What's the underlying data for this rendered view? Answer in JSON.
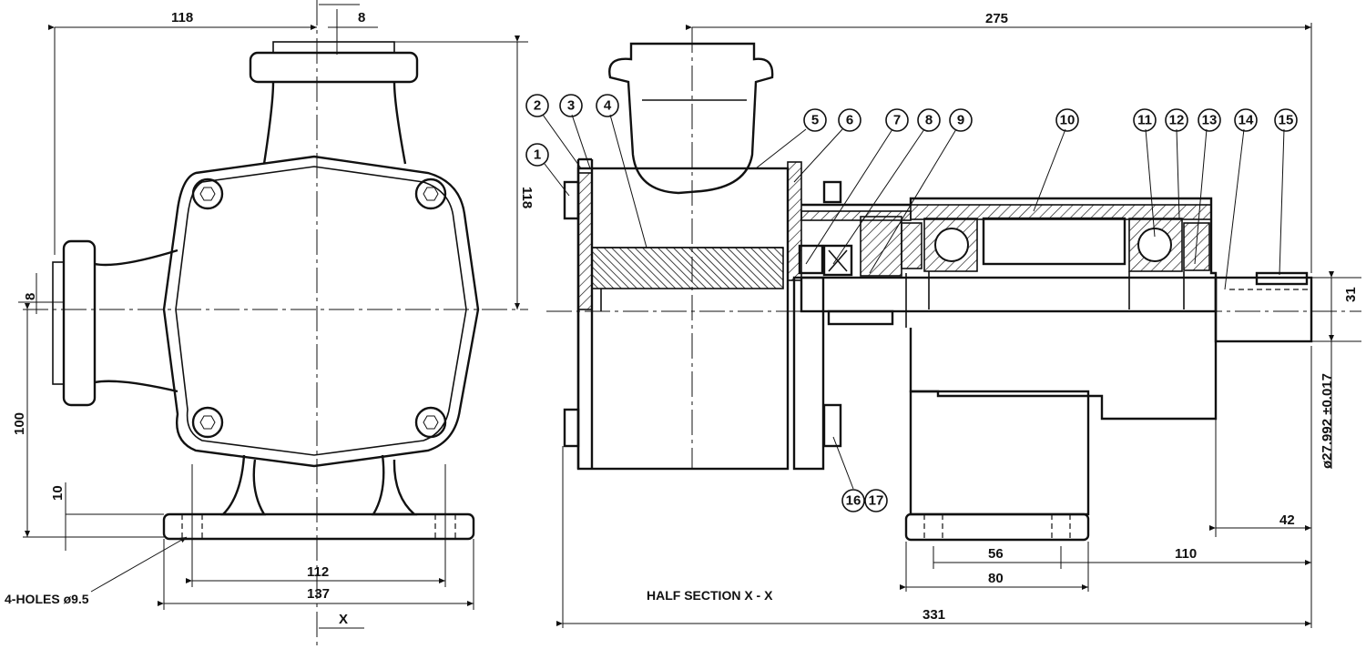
{
  "dimensions": {
    "front_width_top": "118",
    "offset_top": "8",
    "front_height_right": "118",
    "offset_left": "8",
    "height_left": "100",
    "base_thickness": "10",
    "hole_spacing": "112",
    "base_width": "137",
    "overall_length_top": "275",
    "shaft_height": "31",
    "shaft_diameter": "ø27.992 ±0.017",
    "shaft_end": "42",
    "foot_inner": "56",
    "shaft_to_foot": "110",
    "foot_width": "80",
    "overall_length_bottom": "331"
  },
  "notes": {
    "holes": "4-HOLES ø9.5",
    "section_title": "HALF SECTION X - X",
    "section_marker": "X"
  },
  "balloons": [
    "1",
    "2",
    "3",
    "4",
    "5",
    "6",
    "7",
    "8",
    "9",
    "10",
    "11",
    "12",
    "13",
    "14",
    "15",
    "16",
    "17"
  ]
}
